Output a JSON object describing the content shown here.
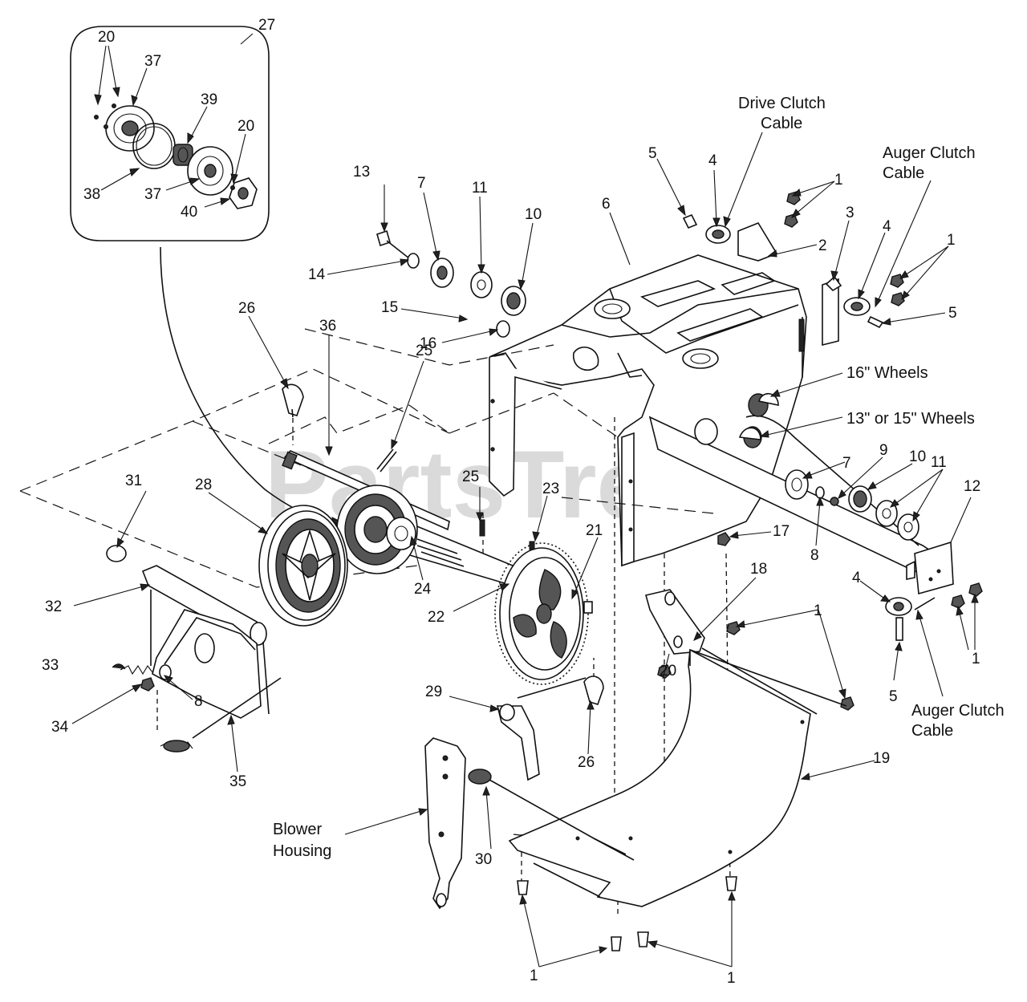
{
  "watermark": {
    "text": "PartsTree",
    "tm": "™"
  },
  "labels": {
    "drive_clutch_cable_l1": "Drive Clutch",
    "drive_clutch_cable_l2": "Cable",
    "auger_clutch_cable_top_l1": "Auger Clutch",
    "auger_clutch_cable_top_l2": "Cable",
    "wheels_16": "16\" Wheels",
    "wheels_13_15": "13\" or 15\" Wheels",
    "auger_clutch_cable_bottom_l1": "Auger Clutch",
    "auger_clutch_cable_bottom_l2": "Cable",
    "blower_housing_l1": "Blower",
    "blower_housing_l2": "Housing"
  },
  "callouts": {
    "c20a": "20",
    "c27": "27",
    "c37a": "37",
    "c39": "39",
    "c20b": "20",
    "c38": "38",
    "c37b": "37",
    "c40": "40",
    "c13": "13",
    "c7a": "7",
    "c11a": "11",
    "c10a": "10",
    "c6": "6",
    "c5a": "5",
    "c4a": "4",
    "c1a": "1",
    "c2": "2",
    "c3": "3",
    "c4b": "4",
    "c1b": "1",
    "c5b": "5",
    "c14": "14",
    "c15": "15",
    "c16": "16",
    "c26a": "26",
    "c36": "36",
    "c25a": "25",
    "c25b": "25",
    "c23": "23",
    "c31": "31",
    "c28": "28",
    "c7b": "7",
    "c9": "9",
    "c10b": "10",
    "c11b": "11",
    "c12": "12",
    "c17": "17",
    "c8a": "8",
    "c21": "21",
    "c18": "18",
    "c32": "32",
    "c24": "24",
    "c22": "22",
    "c4c": "4",
    "c1c": "1",
    "c20c": "20",
    "c1d": "1",
    "c5c": "5",
    "c33": "33",
    "c34": "34",
    "c8b": "8",
    "c29": "29",
    "c35": "35",
    "c26b": "26",
    "c19": "19",
    "c30": "30",
    "c1e": "1",
    "c1f": "1"
  }
}
